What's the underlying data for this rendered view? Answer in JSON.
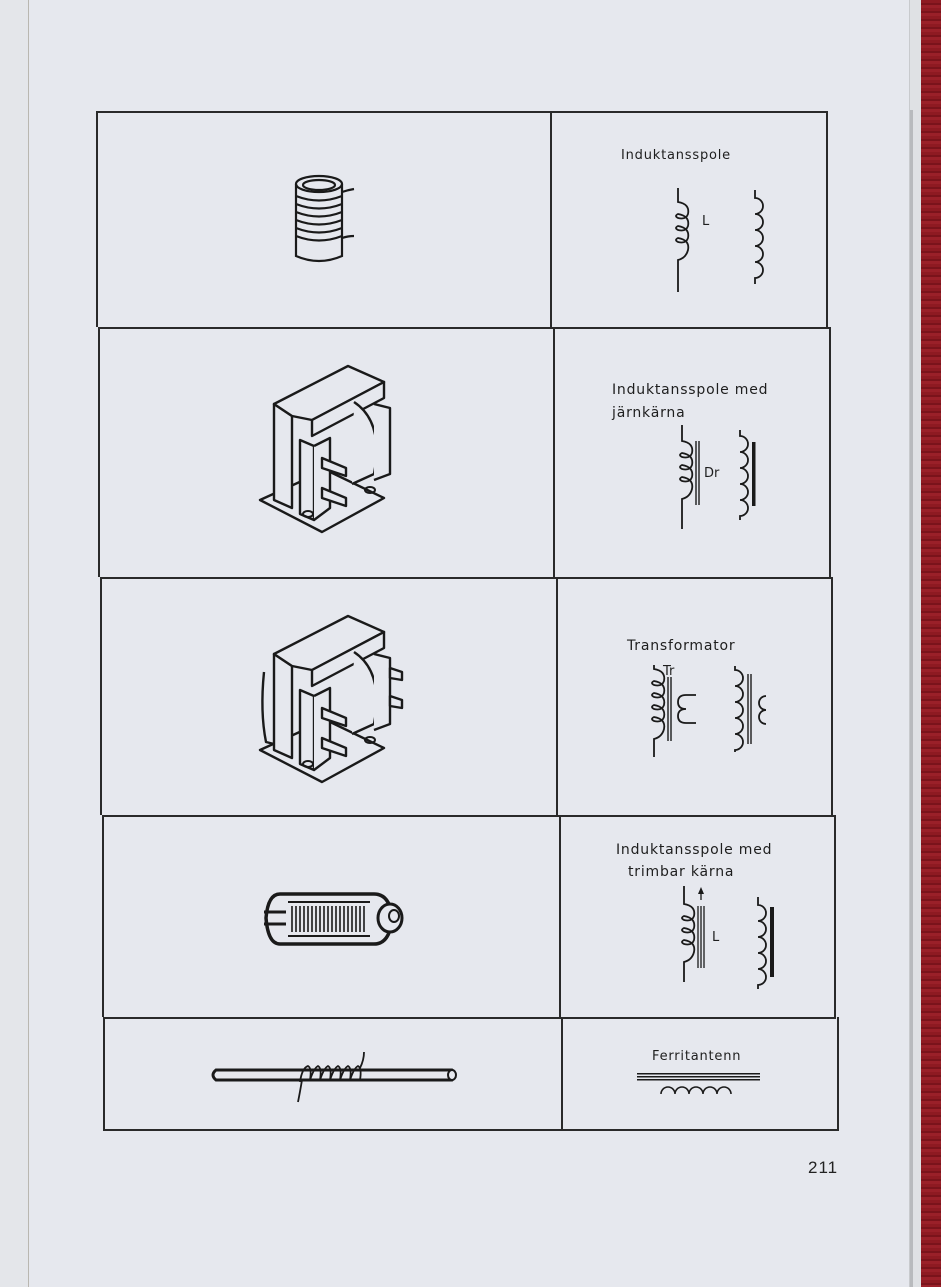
{
  "page": {
    "number": "211",
    "colors": {
      "paper": "#e6e8ee",
      "ink": "#1e1e1e",
      "cover": "#8e1a22"
    }
  },
  "table": {
    "rows": [
      {
        "illustration": "air-core-coil-illustration",
        "title_lines": [
          "Induktansspole"
        ],
        "symbol_labels": [
          "L"
        ]
      },
      {
        "illustration": "iron-core-inductor-illustration",
        "title_lines": [
          "Induktansspole med",
          "järnkärna"
        ],
        "symbol_labels": [
          "Dr"
        ]
      },
      {
        "illustration": "transformer-illustration",
        "title_lines": [
          "Transformator"
        ],
        "symbol_labels": [
          "Tr"
        ]
      },
      {
        "illustration": "trimmable-core-coil-illustration",
        "title_lines": [
          "Induktansspole med",
          "trimbar kärna"
        ],
        "symbol_labels": [
          "L"
        ]
      },
      {
        "illustration": "ferrite-rod-antenna-illustration",
        "title_lines": [
          "Ferritantenn"
        ],
        "symbol_labels": []
      }
    ]
  }
}
